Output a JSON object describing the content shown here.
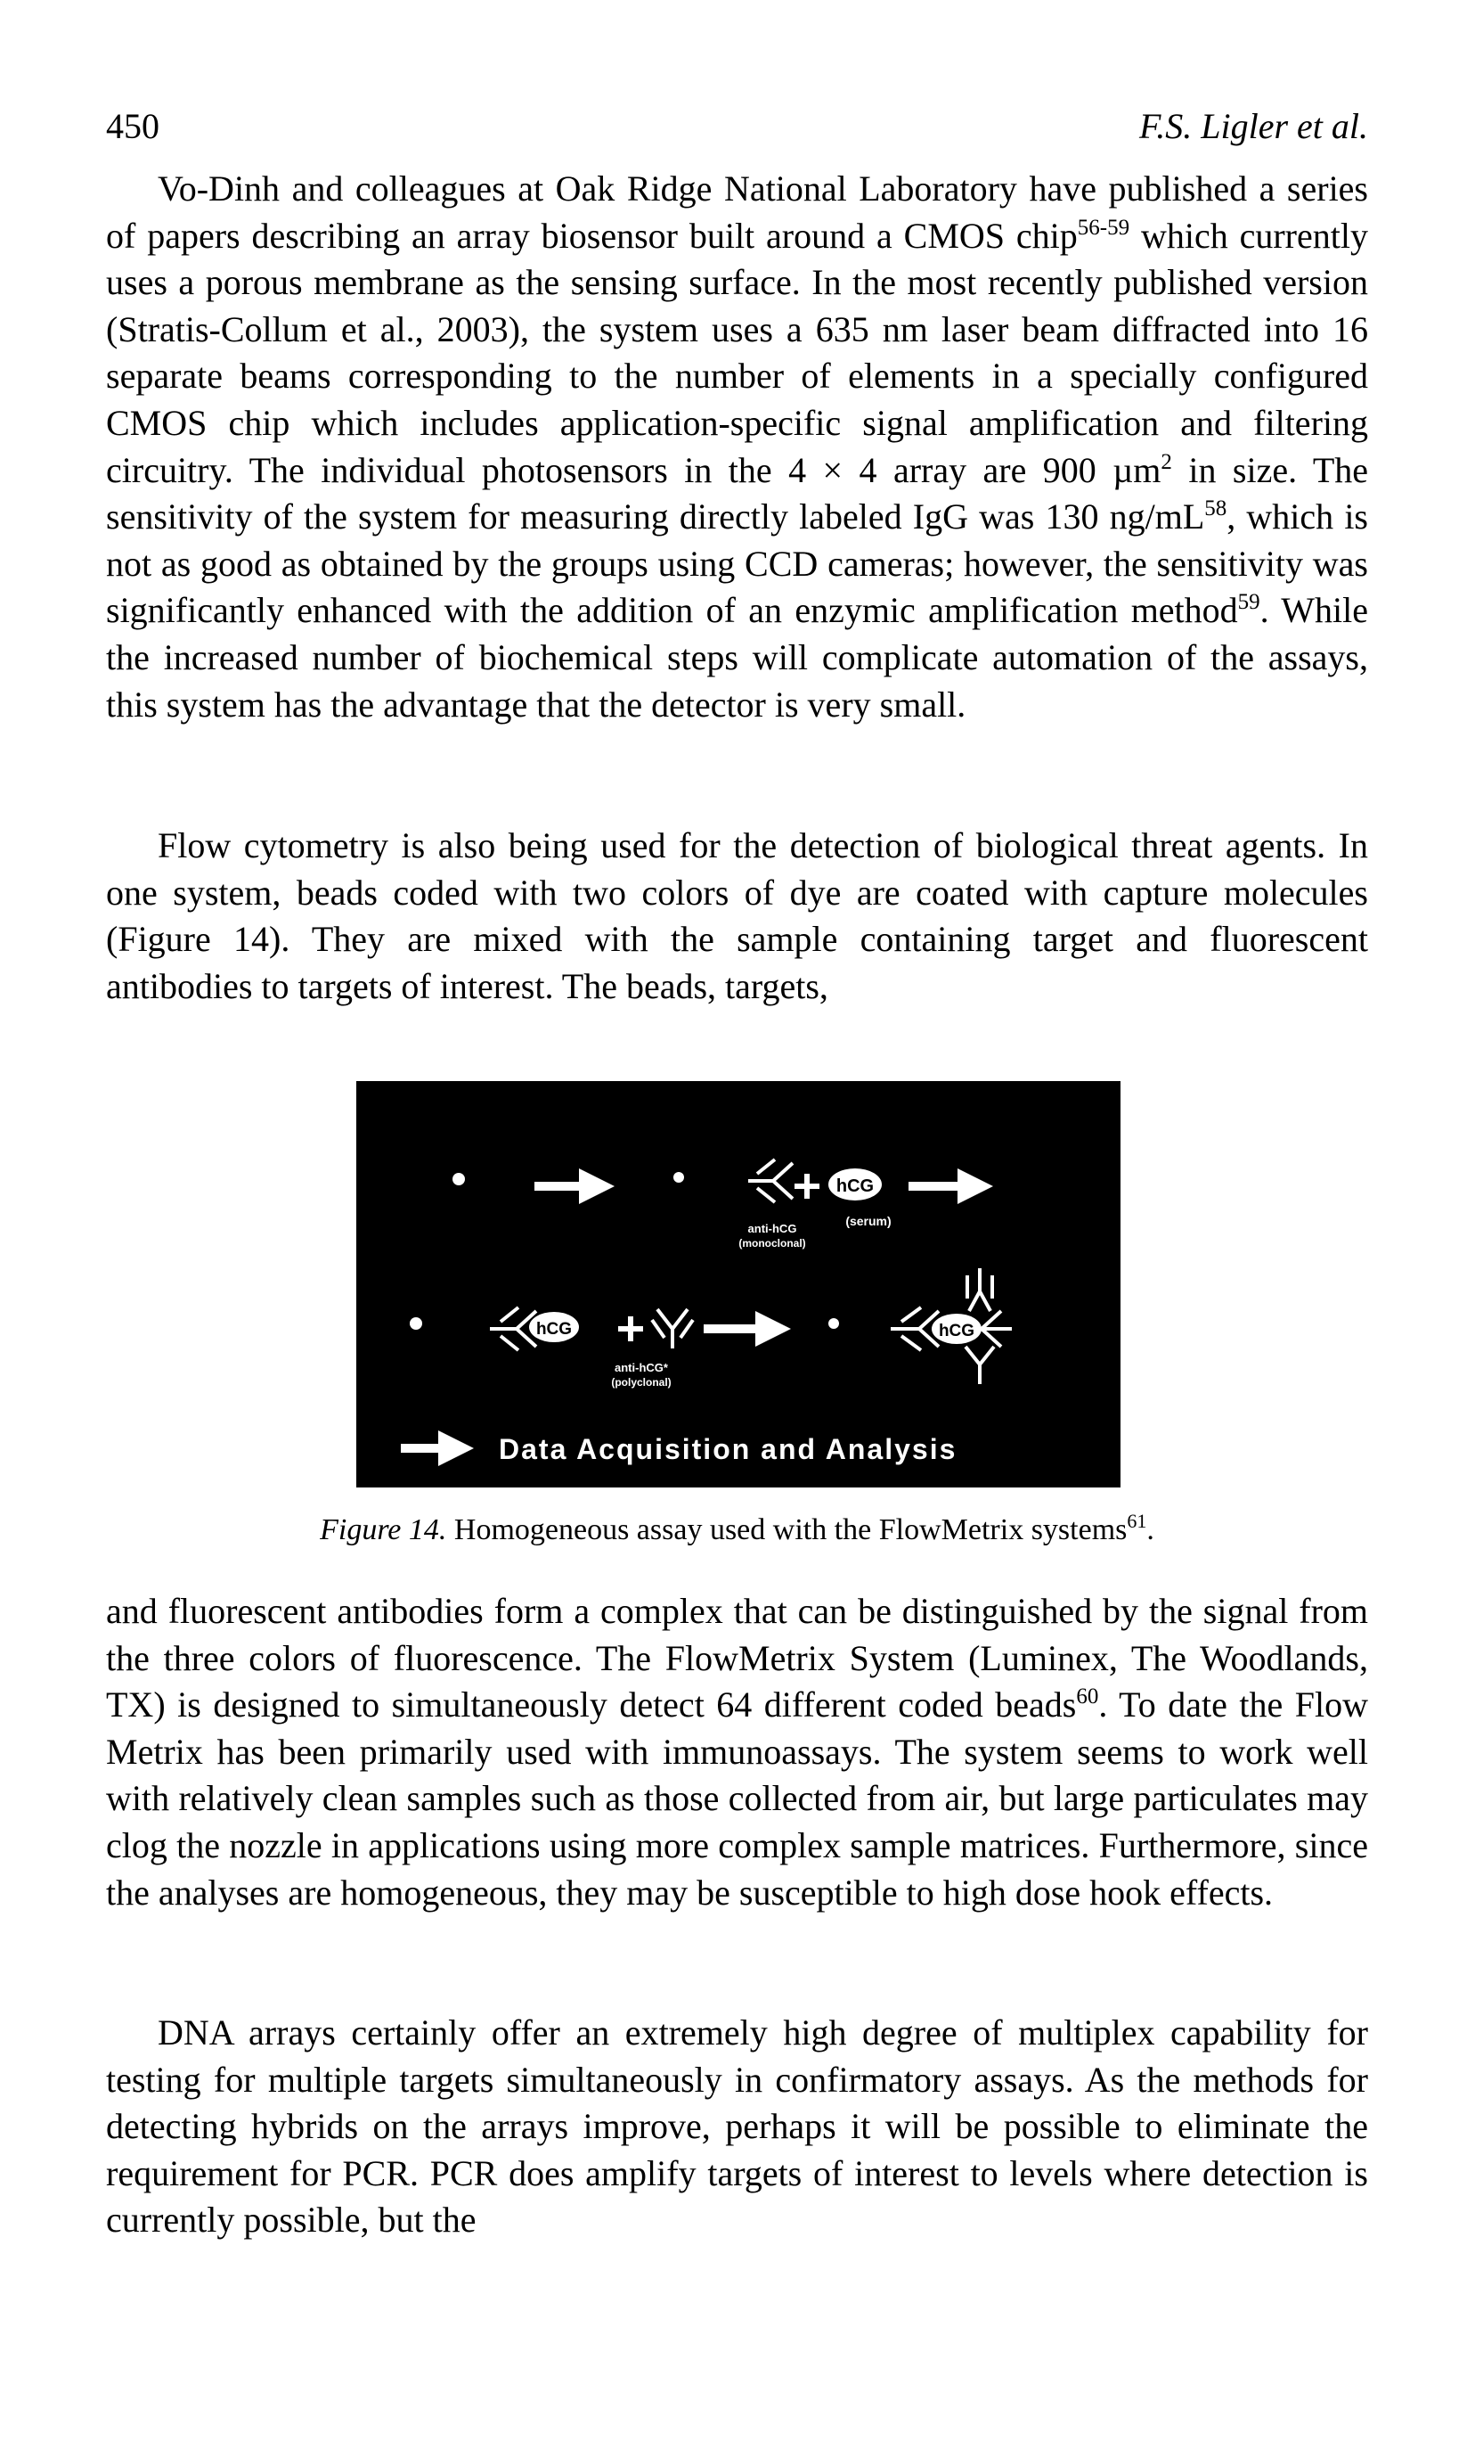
{
  "header": {
    "page_number": "450",
    "authors": "F.S. Ligler et al."
  },
  "paragraphs": {
    "p1": {
      "t1": "Vo-Dinh and colleagues at Oak Ridge National Laboratory have published a series of papers describing an array biosensor built around a CMOS chip",
      "s1": "56-59",
      "t2": " which currently uses a porous membrane as the sensing surface. In the most recently published version (Stratis-Collum et al., 2003), the system uses a 635 nm laser beam diffracted into 16 separate beams corresponding to the number of elements in a specially configured CMOS chip which includes application-specific signal amplification and filtering circuitry. The individual photosensors in the 4 × 4 array are 900 µm",
      "s2": "2",
      "t3": " in size. The sensitivity of the system for measuring directly labeled IgG was 130 ng/mL",
      "s3": "58",
      "t4": ", which is not as good as obtained by the groups using CCD cameras; however, the sensitivity was significantly enhanced with the addition of an enzymic amplification method",
      "s4": "59",
      "t5": ". While the increased number of biochemical steps will complicate automation of the assays, this system has the advantage that the detector is very small."
    },
    "p2": {
      "t1": "Flow cytometry is also being used for the detection of biological threat agents. In one system, beads coded with two colors of dye are coated with capture molecules (Figure 14). They are mixed with the sample containing target and fluorescent antibodies to targets of interest. The beads, targets,"
    },
    "p3": {
      "t1": "and fluorescent antibodies form a complex that can be distinguished by the signal from the three colors of fluorescence. The FlowMetrix System (Luminex, The Woodlands, TX) is designed to simultaneously detect 64 different coded beads",
      "s1": "60",
      "t2": ". To date the Flow Metrix has been primarily used with immunoassays. The system seems to work well with relatively clean samples such as those collected from air, but large particulates may clog the nozzle in applications using more complex sample matrices. Furthermore, since the analyses are homogeneous, they may be susceptible to high dose hook effects."
    },
    "p4": {
      "t1": "DNA arrays certainly offer an extremely high degree of multiplex capability for testing for multiple targets simultaneously in confirmatory assays. As the methods for detecting hybrids on the arrays improve, perhaps it will be possible to eliminate the requirement for PCR. PCR does amplify targets of interest to levels where detection is currently possible, but the"
    }
  },
  "figure": {
    "label": "Figure 14.",
    "caption": " Homogeneous assay used with the FlowMetrix systems",
    "caption_ref": "61",
    "caption_end": ".",
    "text": {
      "hcg": "hCG",
      "label_antihcg": "anti-hCG",
      "label_monoclonal": "(monoclonal)",
      "label_serum": "(serum)",
      "label_antihcg2": "anti-hCG*",
      "label_polyclonal": "(polyclonal)",
      "footer": "Data Acquisition and Analysis"
    },
    "colors": {
      "background": "#000000",
      "foreground": "#ffffff"
    },
    "icons": [
      "bead-icon",
      "arrow-icon",
      "antibody-icon",
      "hcg-antigen-icon",
      "plus-icon"
    ]
  }
}
